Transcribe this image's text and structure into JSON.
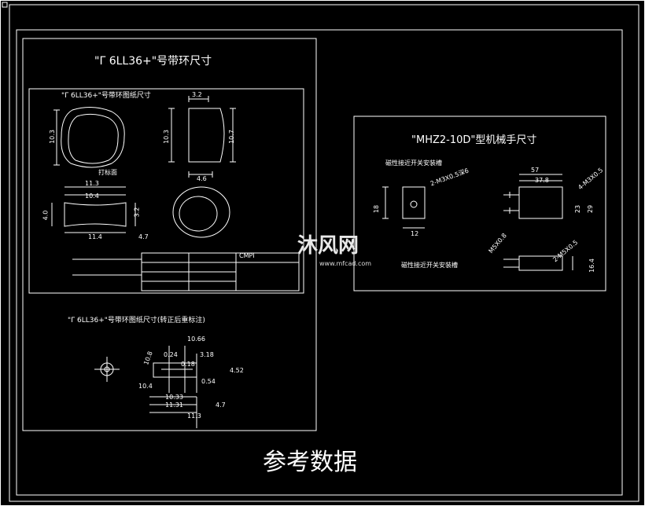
{
  "bottom_title": "参考数据",
  "left_panel": {
    "title": "\"Γ 6LL36+\"号带环尺寸",
    "sheet_title": "\"Γ 6LL36+\"号带环图纸尺寸",
    "rotated_title": "\"Γ 6LL36+\"号带环图纸尺寸(转正后重标注)",
    "ring_dims": {
      "top_width": "3.2",
      "left_height": "10.3",
      "side_height": "10.3",
      "right_height": "10.7",
      "bottom_width": "4.6",
      "hole_note": "打标面",
      "front_top": "11.3",
      "front_mid": "10.4",
      "front_bottom": "11.4",
      "front_left": "4.0",
      "front_right": "3.2",
      "front_small": "4.7"
    },
    "rot_dims": [
      "10.66",
      "10.8",
      "0.24",
      "3.18",
      "0.18",
      "4.52",
      "10.4",
      "10.33",
      "11.31",
      "11.3",
      "4.7",
      "0.54"
    ]
  },
  "right_panel": {
    "title": "\"MHZ2-10D\"型机械手尺寸",
    "notes": [
      "磁性接近开关安装槽",
      "磁性接近开关安装槽"
    ],
    "dims": [
      "57",
      "37.8",
      "23",
      "29",
      "18",
      "12",
      "16.4",
      "2-M3X0.5深6",
      "4-M3X0.5",
      "2-M5X0.5",
      "M5X0.8"
    ]
  },
  "watermark": {
    "brand": "沐风网",
    "url": "www.mfcad.com"
  },
  "title_block": {
    "logo": "CMPI"
  }
}
